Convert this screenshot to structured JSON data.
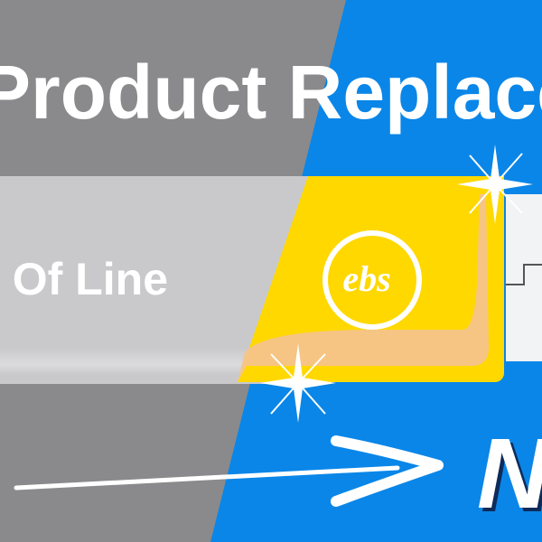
{
  "headline": "Product Replace",
  "grey_card": {
    "text": "l Of Line"
  },
  "logo": {
    "text": "ebs",
    "icon": "ebs-logo-icon"
  },
  "new_label": "N",
  "icons": {
    "arrow": "arrow-right-icon",
    "sparkle": "sparkle-icon"
  },
  "colors": {
    "grey_bg": "#8a8a8c",
    "blue_bg": "#0a86e8",
    "grey_card": "#c9c9cc",
    "yellow_card": "#ffd800",
    "orange_shade": "#f5c48a",
    "white_card": "#f2f3f5",
    "text": "#ffffff"
  }
}
